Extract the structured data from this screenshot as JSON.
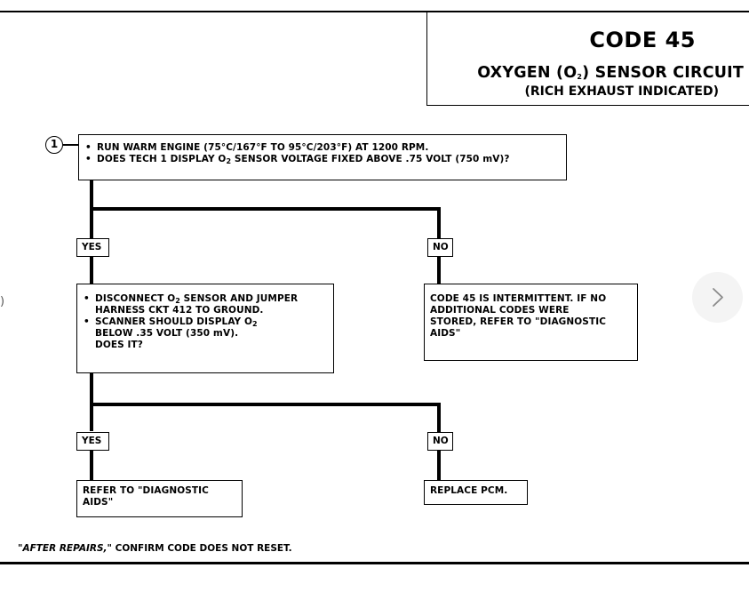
{
  "title": {
    "code": "CODE 45",
    "circuit_pre": "OXYGEN (O",
    "circuit_sub": "2",
    "circuit_post": ") SENSOR CIRCUIT",
    "subtitle": "(RICH EXHAUST INDICATED)"
  },
  "step": {
    "number": "1",
    "line1": "RUN WARM ENGINE (75°C/167°F TO 95°C/203°F) AT 1200 RPM.",
    "line2_pre": "DOES TECH 1 DISPLAY O",
    "line2_sub": "2",
    "line2_post": " SENSOR  VOLTAGE FIXED ABOVE .75 VOLT (750 mV)?"
  },
  "branch1": {
    "yes_label": "YES",
    "no_label": "NO",
    "yes_box": {
      "b1_pre": "DISCONNECT O",
      "b1_sub": "2",
      "b1_post": " SENSOR AND JUMPER",
      "b1_line2": "HARNESS CKT 412 TO GROUND.",
      "b2_line1_pre": "SCANNER SHOULD DISPLAY O",
      "b2_line1_sub": "2",
      "b2_line2": "BELOW .35 VOLT (350 mV).",
      "b2_line3": "DOES IT?"
    },
    "no_box": {
      "line1": "CODE 45 IS INTERMITTENT.  IF NO",
      "line2": "ADDITIONAL CODES WERE",
      "line3": "STORED, REFER TO \"DIAGNOSTIC",
      "line4": "AIDS\""
    }
  },
  "branch2": {
    "yes_label": "YES",
    "no_label": "NO",
    "yes_box": {
      "line1": "REFER TO \"DIAGNOSTIC",
      "line2": "AIDS\""
    },
    "no_box": {
      "line1": "REPLACE PCM."
    }
  },
  "footer": {
    "italic": "\"AFTER REPAIRS,\"",
    "rest": " CONFIRM CODE DOES NOT RESET."
  },
  "edge_mark": ")",
  "icons": {
    "next": "chevron-right-icon"
  }
}
